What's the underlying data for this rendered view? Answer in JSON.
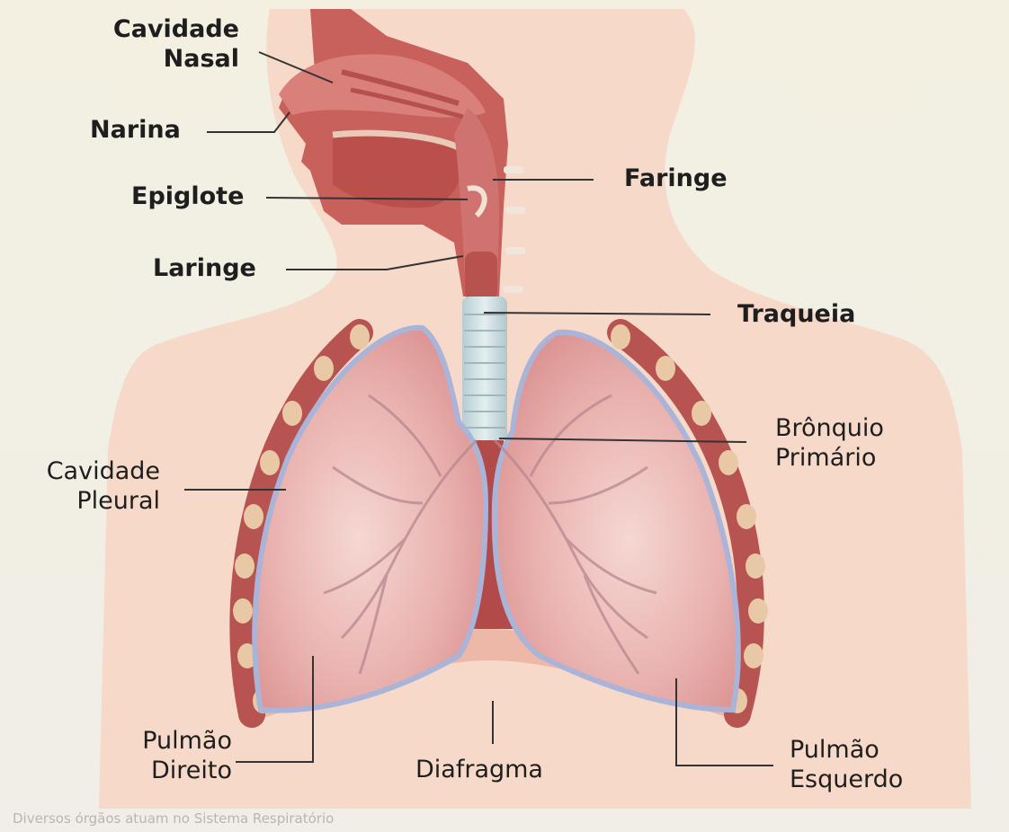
{
  "labels": {
    "cavidade_nasal": [
      "Cavidade",
      "Nasal"
    ],
    "narina": "Narina",
    "epiglote": "Epiglote",
    "laringe": "Laringe",
    "faringe": "Faringe",
    "traqueia": "Traqueia",
    "bronquio_primario": [
      "Brônquio",
      "Primário"
    ],
    "cavidade_pleural": [
      "Cavidade",
      "Pleural"
    ],
    "pulmao_direito": [
      "Pulmão",
      "Direito"
    ],
    "diafragma": "Diafragma",
    "pulmao_esquerdo": [
      "Pulmão",
      "Esquerdo"
    ]
  },
  "caption": "Diversos órgãos atuam no Sistema Respiratório",
  "colors": {
    "background": "#f2f2ea",
    "body_silhouette": "#f6d9c8",
    "tissue": "#c9605c",
    "lung": "#e6a7a6",
    "trachea": "#c9d9dc",
    "pleura": "#aab4d8",
    "rib": "#e9c8a5",
    "leader_line": "#333333"
  }
}
